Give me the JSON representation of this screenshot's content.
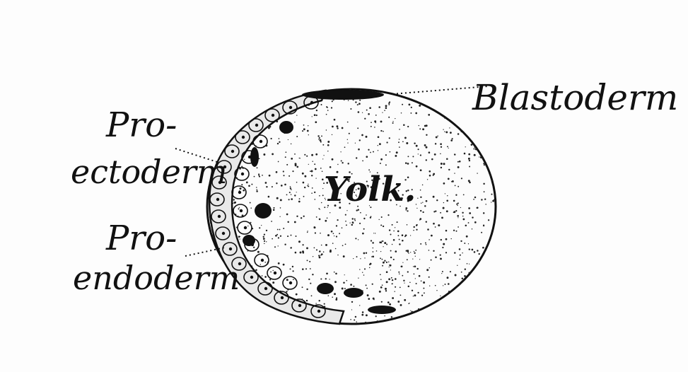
{
  "labels": {
    "blastoderm": "Blastoderm",
    "proectoderm_line1": "Pro-",
    "proectoderm_line2": "ectoderm",
    "proendoderm_line1": "Pro-",
    "proendoderm_line2": "endoderm",
    "yolk": "Yolk."
  },
  "colors": {
    "ink": "#111111",
    "paper": "#fdfdfd"
  }
}
